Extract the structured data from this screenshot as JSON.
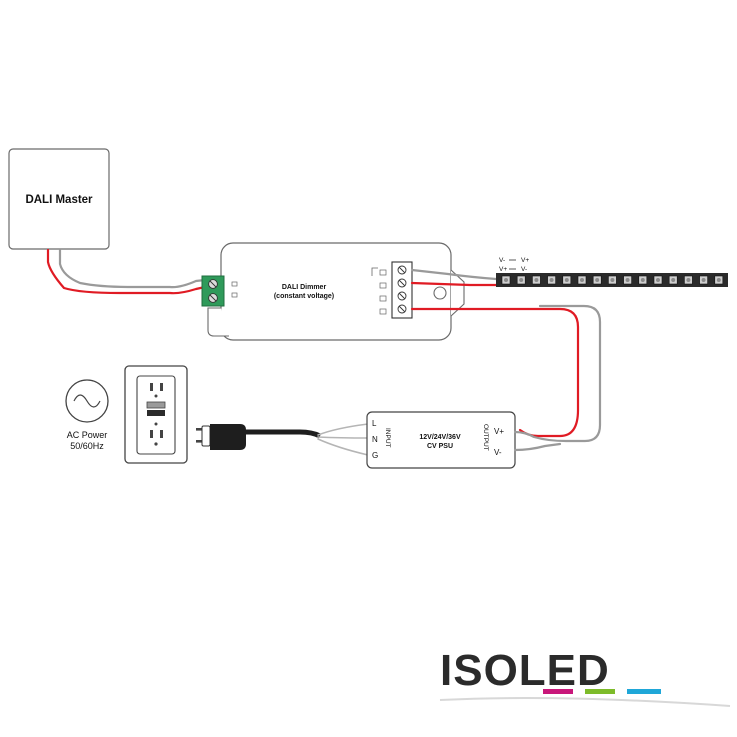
{
  "master": {
    "label": "DALI Master"
  },
  "dimmer": {
    "line1": "DALI Dimmer",
    "line2": "(constant voltage)"
  },
  "strip_labels": {
    "vminus": "V-",
    "vplus": "V+",
    "vminus2": "V-",
    "vplus2": "V+"
  },
  "ac": {
    "line1": "AC Power",
    "line2": "50/60Hz"
  },
  "psu": {
    "line1": "12V/24V/36V",
    "line2": "CV PSU",
    "input_label": "INPUT",
    "output_label": "OUTPUT",
    "terminal_l": "L",
    "terminal_n": "N",
    "terminal_g": "G",
    "terminal_vplus": "V+",
    "terminal_vminus": "V-"
  },
  "logo": {
    "text": "ISOLED",
    "bar_colors": [
      "#c8177a",
      "#7dbb2a",
      "#1fa7d8"
    ]
  },
  "colors": {
    "wire_red": "#e01b24",
    "wire_grey": "#9a9a9a",
    "outline": "#5a5a5a",
    "terminal_green": "#2f9a5a",
    "logo_dark": "#2b2b2b"
  }
}
